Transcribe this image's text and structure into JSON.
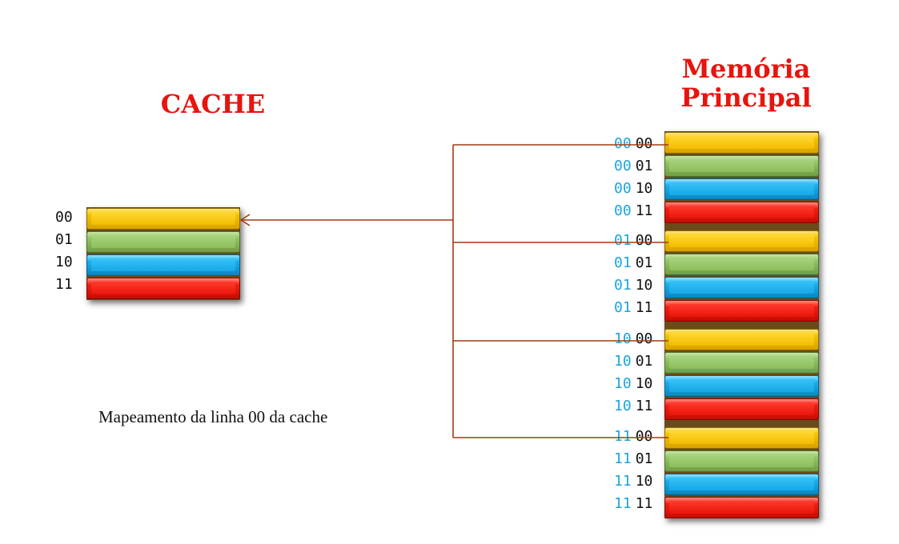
{
  "cache": {
    "title": "CACHE",
    "lines": [
      {
        "label": "00",
        "color": "#f6c300"
      },
      {
        "label": "01",
        "color": "#93c663"
      },
      {
        "label": "10",
        "color": "#1ab0ee"
      },
      {
        "label": "11",
        "color": "#f21f10"
      }
    ]
  },
  "memory": {
    "title_line1": "Memória",
    "title_line2": "Principal",
    "groups": [
      {
        "prefix": "00",
        "rows": [
          "00",
          "01",
          "10",
          "11"
        ]
      },
      {
        "prefix": "01",
        "rows": [
          "00",
          "01",
          "10",
          "11"
        ]
      },
      {
        "prefix": "10",
        "rows": [
          "00",
          "01",
          "10",
          "11"
        ]
      },
      {
        "prefix": "11",
        "rows": [
          "00",
          "01",
          "10",
          "11"
        ]
      }
    ]
  },
  "caption": "Mapeamento da linha 00 da cache",
  "colors": {
    "title": "#e8140e",
    "connector": "#a33a10",
    "tag_prefix": "#1aa5e0",
    "row_colors": [
      "#f6c300",
      "#93c663",
      "#1ab0ee",
      "#f21f10"
    ]
  }
}
